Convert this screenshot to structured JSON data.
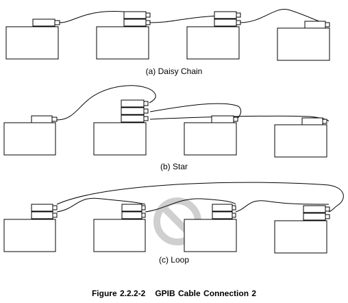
{
  "diagrams": [
    {
      "caption": "(a) Daisy Chain"
    },
    {
      "caption": "(b) Star"
    },
    {
      "caption": "(c) Loop"
    }
  ],
  "figure": {
    "number": "Figure 2.2.2-2",
    "title": "GPIB Cable Connection 2"
  },
  "colors": {
    "line": "#000000",
    "prohibited_sign": "#cfcfcf"
  },
  "icons": [
    "prohibited-icon"
  ]
}
